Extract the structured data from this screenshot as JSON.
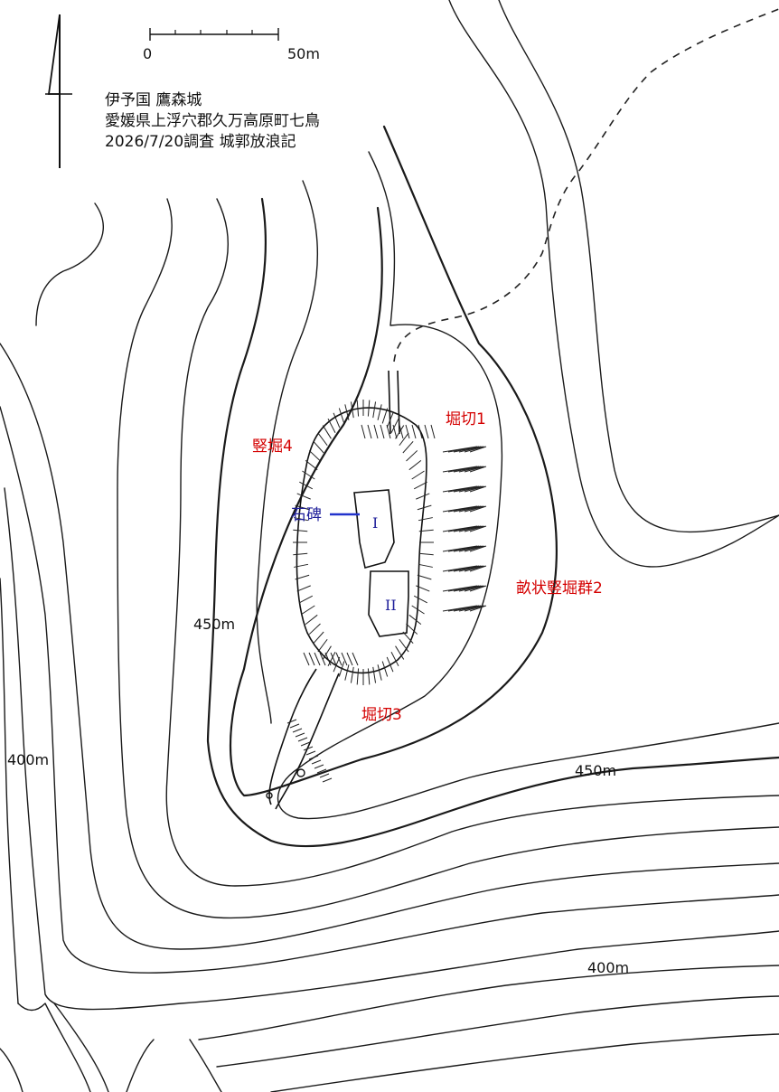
{
  "title": {
    "line1": "伊予国 鷹森城",
    "line2": "愛媛県上浮穴郡久万高原町七鳥",
    "line3": "2026/7/20調査 城郭放浪記"
  },
  "scale": {
    "zero": "0",
    "end": "50m"
  },
  "contours": {
    "label_450_west": "450m",
    "label_400_west": "400m",
    "label_450_east": "450m",
    "label_400_east": "400m"
  },
  "features": {
    "horikiri1": "堀切1",
    "unejo_tatebori2": "畝状竪堀群2",
    "horikiri3": "堀切3",
    "tatebori4": "竪堀4",
    "sekihi": "石碑",
    "kuruwa1": "I",
    "kuruwa2": "II"
  },
  "colors": {
    "feature_label": "#d40000",
    "kuruwa_label": "#1f1f9a",
    "stone_marker": "#2233cc",
    "linework": "#1a1a1a"
  }
}
